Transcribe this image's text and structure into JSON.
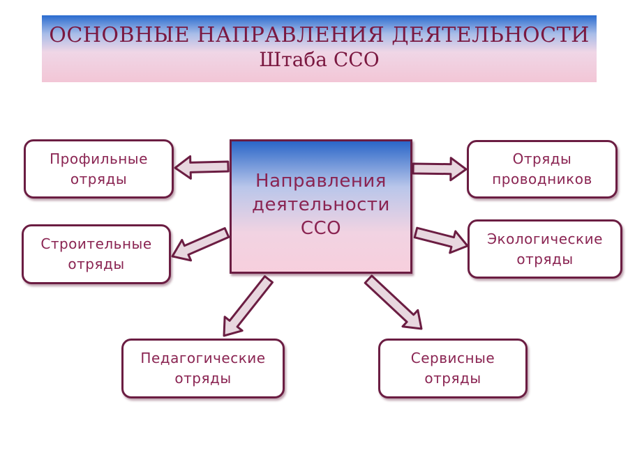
{
  "header": {
    "line1": "ОСНОВНЫЕ НАПРАВЛЕНИЯ ДЕЯТЕЛЬНОСТИ",
    "line2": "Штаба ССО"
  },
  "center": {
    "label": "Направления\nдеятельности\nССО"
  },
  "nodes": [
    {
      "id": "profile",
      "label": "Профильные\nотряды"
    },
    {
      "id": "construction",
      "label": "Строительные\nотряды"
    },
    {
      "id": "pedagogical",
      "label": "Педагогические\nотряды"
    },
    {
      "id": "conductors",
      "label": "Отряды\nпроводников"
    },
    {
      "id": "ecological",
      "label": "Экологические\nотряды"
    },
    {
      "id": "service",
      "label": "Сервисные\nотряды"
    }
  ],
  "colors": {
    "border": "#6b1d42",
    "text": "#8a2452",
    "header_text": "#7a1840",
    "arrow_fill": "#e8d7df"
  }
}
